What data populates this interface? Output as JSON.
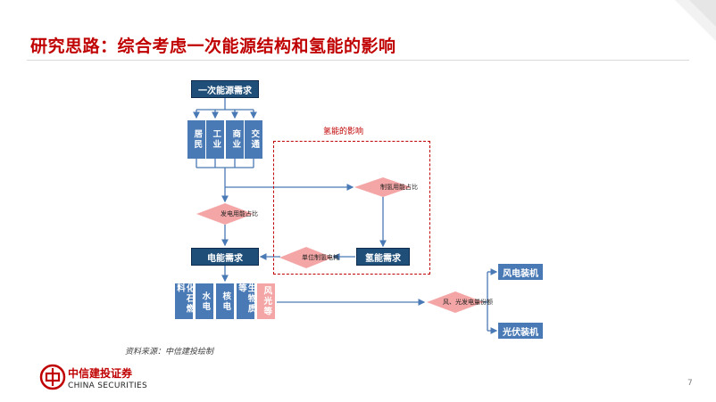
{
  "title": "研究思路：综合考虑一次能源结构和氢能的影响",
  "diagram": {
    "primary_demand": "一次能源需求",
    "sectors": [
      "居民",
      "工业",
      "商业",
      "交通"
    ],
    "generation_ratio": "发电用能占比",
    "electricity_demand": "电能需求",
    "hydrogen_frame_label": "氢能的影响",
    "hydrogen_ratio": "制氢用能占比",
    "hydrogen_demand": "氢能需求",
    "unit_hydrogen_power": "单位制氢电耗",
    "sources": [
      "化石燃料",
      "水电",
      "核电",
      "生物质等",
      "风光等"
    ],
    "wind_solar_share": "风、光发电量份额",
    "wind_install": "风电装机",
    "solar_install": "光伏装机"
  },
  "footer": {
    "source_note": "资料来源：中信建投绘制",
    "company_cn": "中信建投证券",
    "company_en": "CHINA SECURITIES",
    "page_number": "7"
  },
  "colors": {
    "accent": "#c00000",
    "dark_box": "#1f4e79",
    "mid_box": "#4a7ab5",
    "diamond": "#f4a6a6",
    "arrow": "#4a7ab5"
  }
}
